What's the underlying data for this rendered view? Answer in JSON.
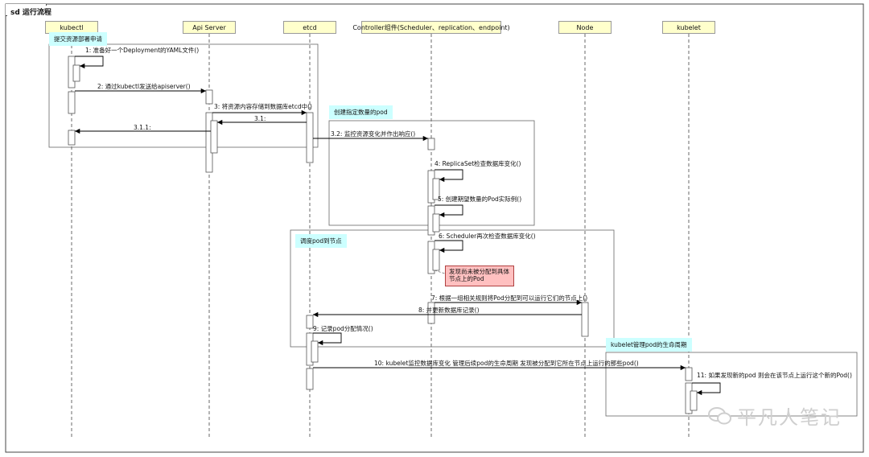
{
  "frame": {
    "title": "sd 运行流程"
  },
  "participants": [
    {
      "id": "kubectl",
      "label": "kubectl"
    },
    {
      "id": "apiserver",
      "label": "Api Server"
    },
    {
      "id": "etcd",
      "label": "etcd"
    },
    {
      "id": "controller",
      "label": "Controller组件(Scheduler、replication、endpoint)"
    },
    {
      "id": "node",
      "label": "Node"
    },
    {
      "id": "kubelet",
      "label": "kubelet"
    }
  ],
  "fragments": {
    "submit": "提交资源部署申请",
    "create_pods": "创建指定数量的pod",
    "schedule": "调度pod到节点",
    "lifecycle": "kubelet管理pod的生命周期"
  },
  "messages": {
    "m1": "1: 准备好一个Deployment的YAML文件()",
    "m2": "2: 通过kubectl发送给apiserver()",
    "m3": "3: 将资源内容存储到数据库etcd中()",
    "m31": "3.1:",
    "m311": "3.1.1:",
    "m32": "3.2: 监控资源变化并作出响应()",
    "m4": "4: ReplicaSet检查数据库变化()",
    "m5": "5: 创建期望数量的Pod实际例()",
    "m6": "6: Scheduler再次检查数据库变化()",
    "m7": "7: 根据一组相关规则将Pod分配到可以运行它们的节点上()",
    "m8": "8: 并更新数据库记录()",
    "m9": "9: 记录pod分配情况()",
    "m10": "10: kubelet监控数据库变化 管理后续pod的生命周期 发现被分配到它所在节点上运行的那些pod()",
    "m11": "11: 如果发现新的pod 则会在该节点上运行这个新的Pod()"
  },
  "note": "发现尚未被分配到具体节点上的Pod",
  "watermark": "平凡人笔记",
  "colors": {
    "participant_bg": "#ffffcc",
    "fragment_label": "#ccffff",
    "note_bg": "#ffc0c0"
  }
}
